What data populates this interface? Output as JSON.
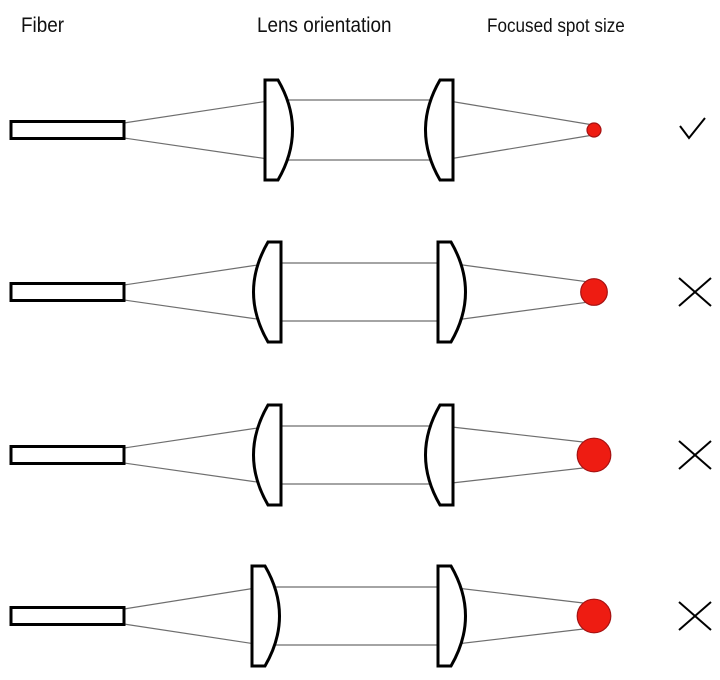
{
  "headers": {
    "fiber": "Fiber",
    "lens": "Lens orientation",
    "spot": "Focused spot size"
  },
  "colors": {
    "spot_fill": "#ee1c12",
    "spot_stroke": "#a51212",
    "ray": "#6e6e6e",
    "outline": "#000000"
  },
  "rows": [
    {
      "lens1": "flat-left-curved-right",
      "lens2": "curved-left-flat-right",
      "spot_size": "small",
      "spot_relative_size": 1.0,
      "result": "check",
      "result_meaning": "good"
    },
    {
      "lens1": "curved-left-flat-right",
      "lens2": "flat-left-curved-right",
      "spot_size": "medium",
      "spot_relative_size": 1.9,
      "result": "cross",
      "result_meaning": "bad"
    },
    {
      "lens1": "curved-left-flat-right",
      "lens2": "curved-left-flat-right",
      "spot_size": "large",
      "spot_relative_size": 2.4,
      "result": "cross",
      "result_meaning": "bad"
    },
    {
      "lens1": "flat-left-curved-right",
      "lens2": "flat-left-curved-right",
      "spot_size": "large",
      "spot_relative_size": 2.4,
      "result": "cross",
      "result_meaning": "bad"
    }
  ]
}
